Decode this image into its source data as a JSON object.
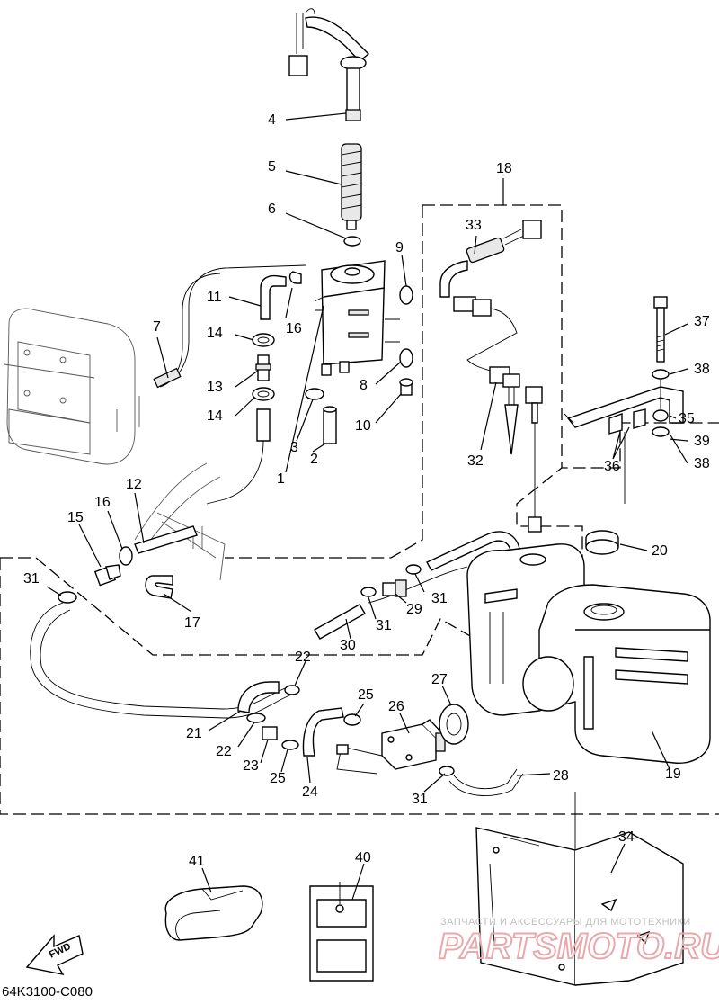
{
  "callouts": [
    {
      "id": "c1",
      "text": "1"
    },
    {
      "id": "c2",
      "text": "2"
    },
    {
      "id": "c3",
      "text": "3"
    },
    {
      "id": "c4",
      "text": "4"
    },
    {
      "id": "c5",
      "text": "5"
    },
    {
      "id": "c6",
      "text": "6"
    },
    {
      "id": "c7",
      "text": "7"
    },
    {
      "id": "c8",
      "text": "8"
    },
    {
      "id": "c9",
      "text": "9"
    },
    {
      "id": "c10",
      "text": "10"
    },
    {
      "id": "c11",
      "text": "11"
    },
    {
      "id": "c12",
      "text": "12"
    },
    {
      "id": "c13",
      "text": "13"
    },
    {
      "id": "c14a",
      "text": "14"
    },
    {
      "id": "c14b",
      "text": "14"
    },
    {
      "id": "c15",
      "text": "15"
    },
    {
      "id": "c16a",
      "text": "16"
    },
    {
      "id": "c16b",
      "text": "16"
    },
    {
      "id": "c17",
      "text": "17"
    },
    {
      "id": "c18",
      "text": "18"
    },
    {
      "id": "c19",
      "text": "19"
    },
    {
      "id": "c20",
      "text": "20"
    },
    {
      "id": "c21",
      "text": "21"
    },
    {
      "id": "c22a",
      "text": "22"
    },
    {
      "id": "c22b",
      "text": "22"
    },
    {
      "id": "c23",
      "text": "23"
    },
    {
      "id": "c24",
      "text": "24"
    },
    {
      "id": "c25a",
      "text": "25"
    },
    {
      "id": "c25b",
      "text": "25"
    },
    {
      "id": "c26",
      "text": "26"
    },
    {
      "id": "c27",
      "text": "27"
    },
    {
      "id": "c28",
      "text": "28"
    },
    {
      "id": "c29",
      "text": "29"
    },
    {
      "id": "c30",
      "text": "30"
    },
    {
      "id": "c31a",
      "text": "31"
    },
    {
      "id": "c31b",
      "text": "31"
    },
    {
      "id": "c31c",
      "text": "31"
    },
    {
      "id": "c31d",
      "text": "31"
    },
    {
      "id": "c32",
      "text": "32"
    },
    {
      "id": "c33",
      "text": "33"
    },
    {
      "id": "c34",
      "text": "34"
    },
    {
      "id": "c35",
      "text": "35"
    },
    {
      "id": "c36",
      "text": "36"
    },
    {
      "id": "c37",
      "text": "37"
    },
    {
      "id": "c38a",
      "text": "38"
    },
    {
      "id": "c38b",
      "text": "38"
    },
    {
      "id": "c39",
      "text": "39"
    },
    {
      "id": "c40",
      "text": "40"
    },
    {
      "id": "c41",
      "text": "41"
    }
  ],
  "fwd_marker": "FWD",
  "diagram_code": "64K3100-C080",
  "watermark": {
    "line1": "ЗАПЧАСТИ И АКСЕССУАРЫ ДЛЯ МОТОТЕХНИКИ",
    "line2": "PARTSMOTO.RU"
  }
}
